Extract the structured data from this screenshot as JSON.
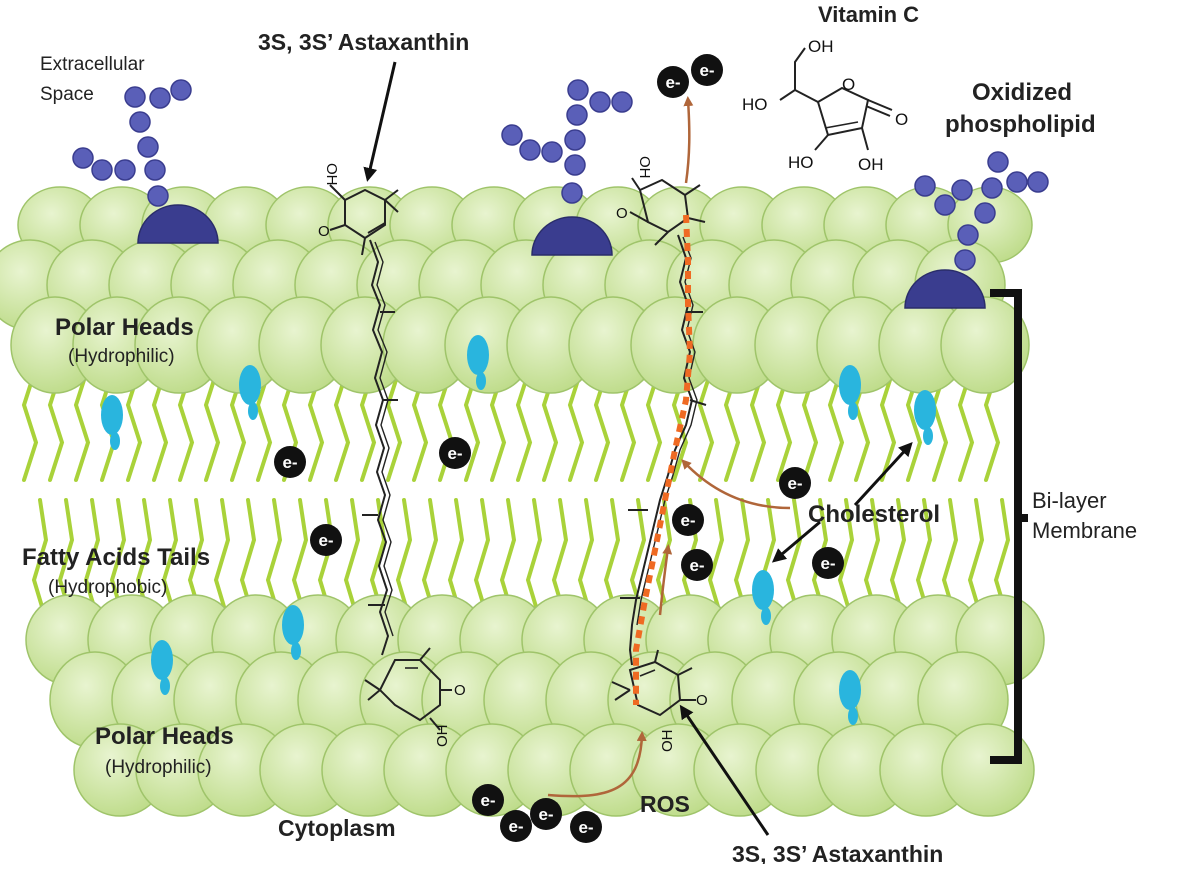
{
  "labels": {
    "extracellular": [
      "Extracellular",
      "Space"
    ],
    "astaxanthin_top": "3S, 3S’ Astaxanthin",
    "vitamin_c": "Vitamin C",
    "oxidized": [
      "Oxidized",
      "phospholipid"
    ],
    "polar_heads_top": "Polar Heads",
    "polar_heads_top_sub": "(Hydrophilic)",
    "fatty_tails": "Fatty Acids Tails",
    "fatty_tails_sub": "(Hydrophobic)",
    "polar_heads_bottom": "Polar Heads",
    "polar_heads_bottom_sub": "(Hydrophilic)",
    "cytoplasm": "Cytoplasm",
    "ros": "ROS",
    "astaxanthin_bottom": "3S, 3S’ Astaxanthin",
    "cholesterol": "Cholesterol",
    "bilayer": [
      "Bi-layer",
      "Membrane"
    ]
  },
  "electron_label": "e-",
  "vitamin_c_groups": {
    "oh_top": "OH",
    "ho_left": "HO",
    "ring_o": "O",
    "carbonyl_o": "O",
    "ho_bottom": "HO",
    "oh_bottom": "OH"
  },
  "ring_groups": {
    "oh": "OH",
    "o": "O"
  },
  "colors": {
    "head_fill": "#cfe6a4",
    "head_stroke": "#9fc46a",
    "tail": "#a9d23a",
    "oxidized_head": "#3a3d8f",
    "sugar_bead": "#5a5fb8",
    "cholesterol": "#29b5de",
    "arrow_brown": "#b0663a",
    "ros_path": "#ef6a23"
  }
}
